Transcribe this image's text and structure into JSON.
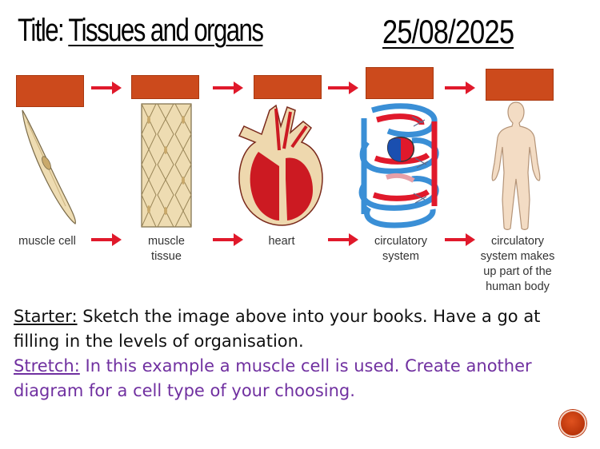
{
  "title": {
    "label": "Title:",
    "value": "Tissues and organs"
  },
  "date": "25/08/2025",
  "stages": [
    {
      "label": "muscle cell"
    },
    {
      "label": "muscle tissue"
    },
    {
      "label": "heart"
    },
    {
      "label": "circulatory system"
    },
    {
      "label": "circulatory system makes up part of the human body"
    }
  ],
  "colors": {
    "box": "#cc4a1c",
    "arrow": "#e0192b",
    "stretch": "#7030a0"
  },
  "starter": {
    "label": "Starter:",
    "text": " Sketch the image above into your books. Have a go at filling in the levels of organisation."
  },
  "stretch": {
    "label": "Stretch:",
    "text": " In this example a muscle cell is used. Create another diagram for a cell type of your choosing."
  },
  "icons": [
    "right-arrow-icon",
    "muscle-cell-icon",
    "muscle-tissue-icon",
    "heart-icon",
    "circulatory-system-icon",
    "human-body-icon",
    "nav-button-icon"
  ]
}
